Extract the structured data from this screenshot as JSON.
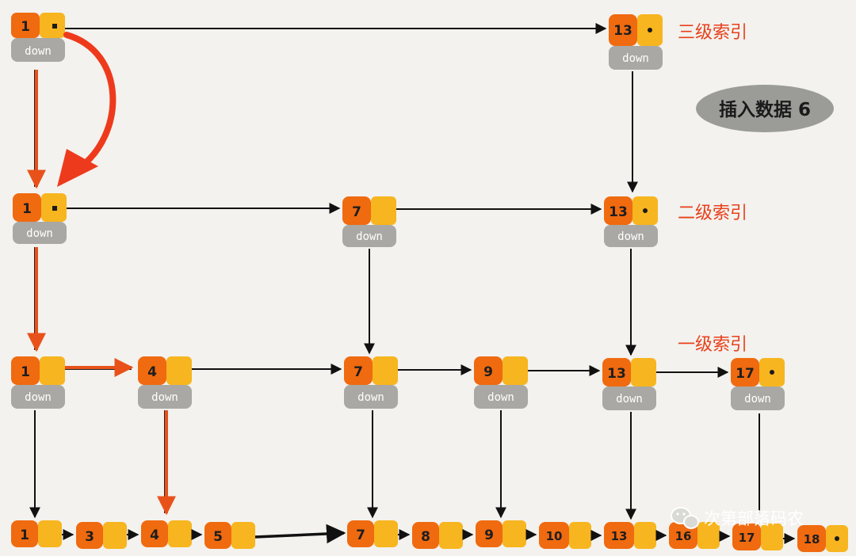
{
  "title": "插入数据 6",
  "levels": {
    "l3": "三级索引",
    "l2": "二级索引",
    "l1": "一级索引"
  },
  "down_label": "down",
  "base_row": [
    "1",
    "3",
    "4",
    "5",
    "7",
    "8",
    "9",
    "10",
    "13",
    "16",
    "17",
    "18"
  ],
  "index_l1": [
    "1",
    "4",
    "7",
    "9",
    "13",
    "17"
  ],
  "index_l2": [
    "1",
    "7",
    "13"
  ],
  "index_l3": [
    "1",
    "13"
  ],
  "watermark": "次第部落码农",
  "colors": {
    "node_key": "#f06a10",
    "node_ptr": "#f7b51f",
    "down_box": "#a9a8a4",
    "search_path": "#e8521a",
    "big_arrow": "#ee3a1c",
    "level_text": "#e8401c"
  }
}
